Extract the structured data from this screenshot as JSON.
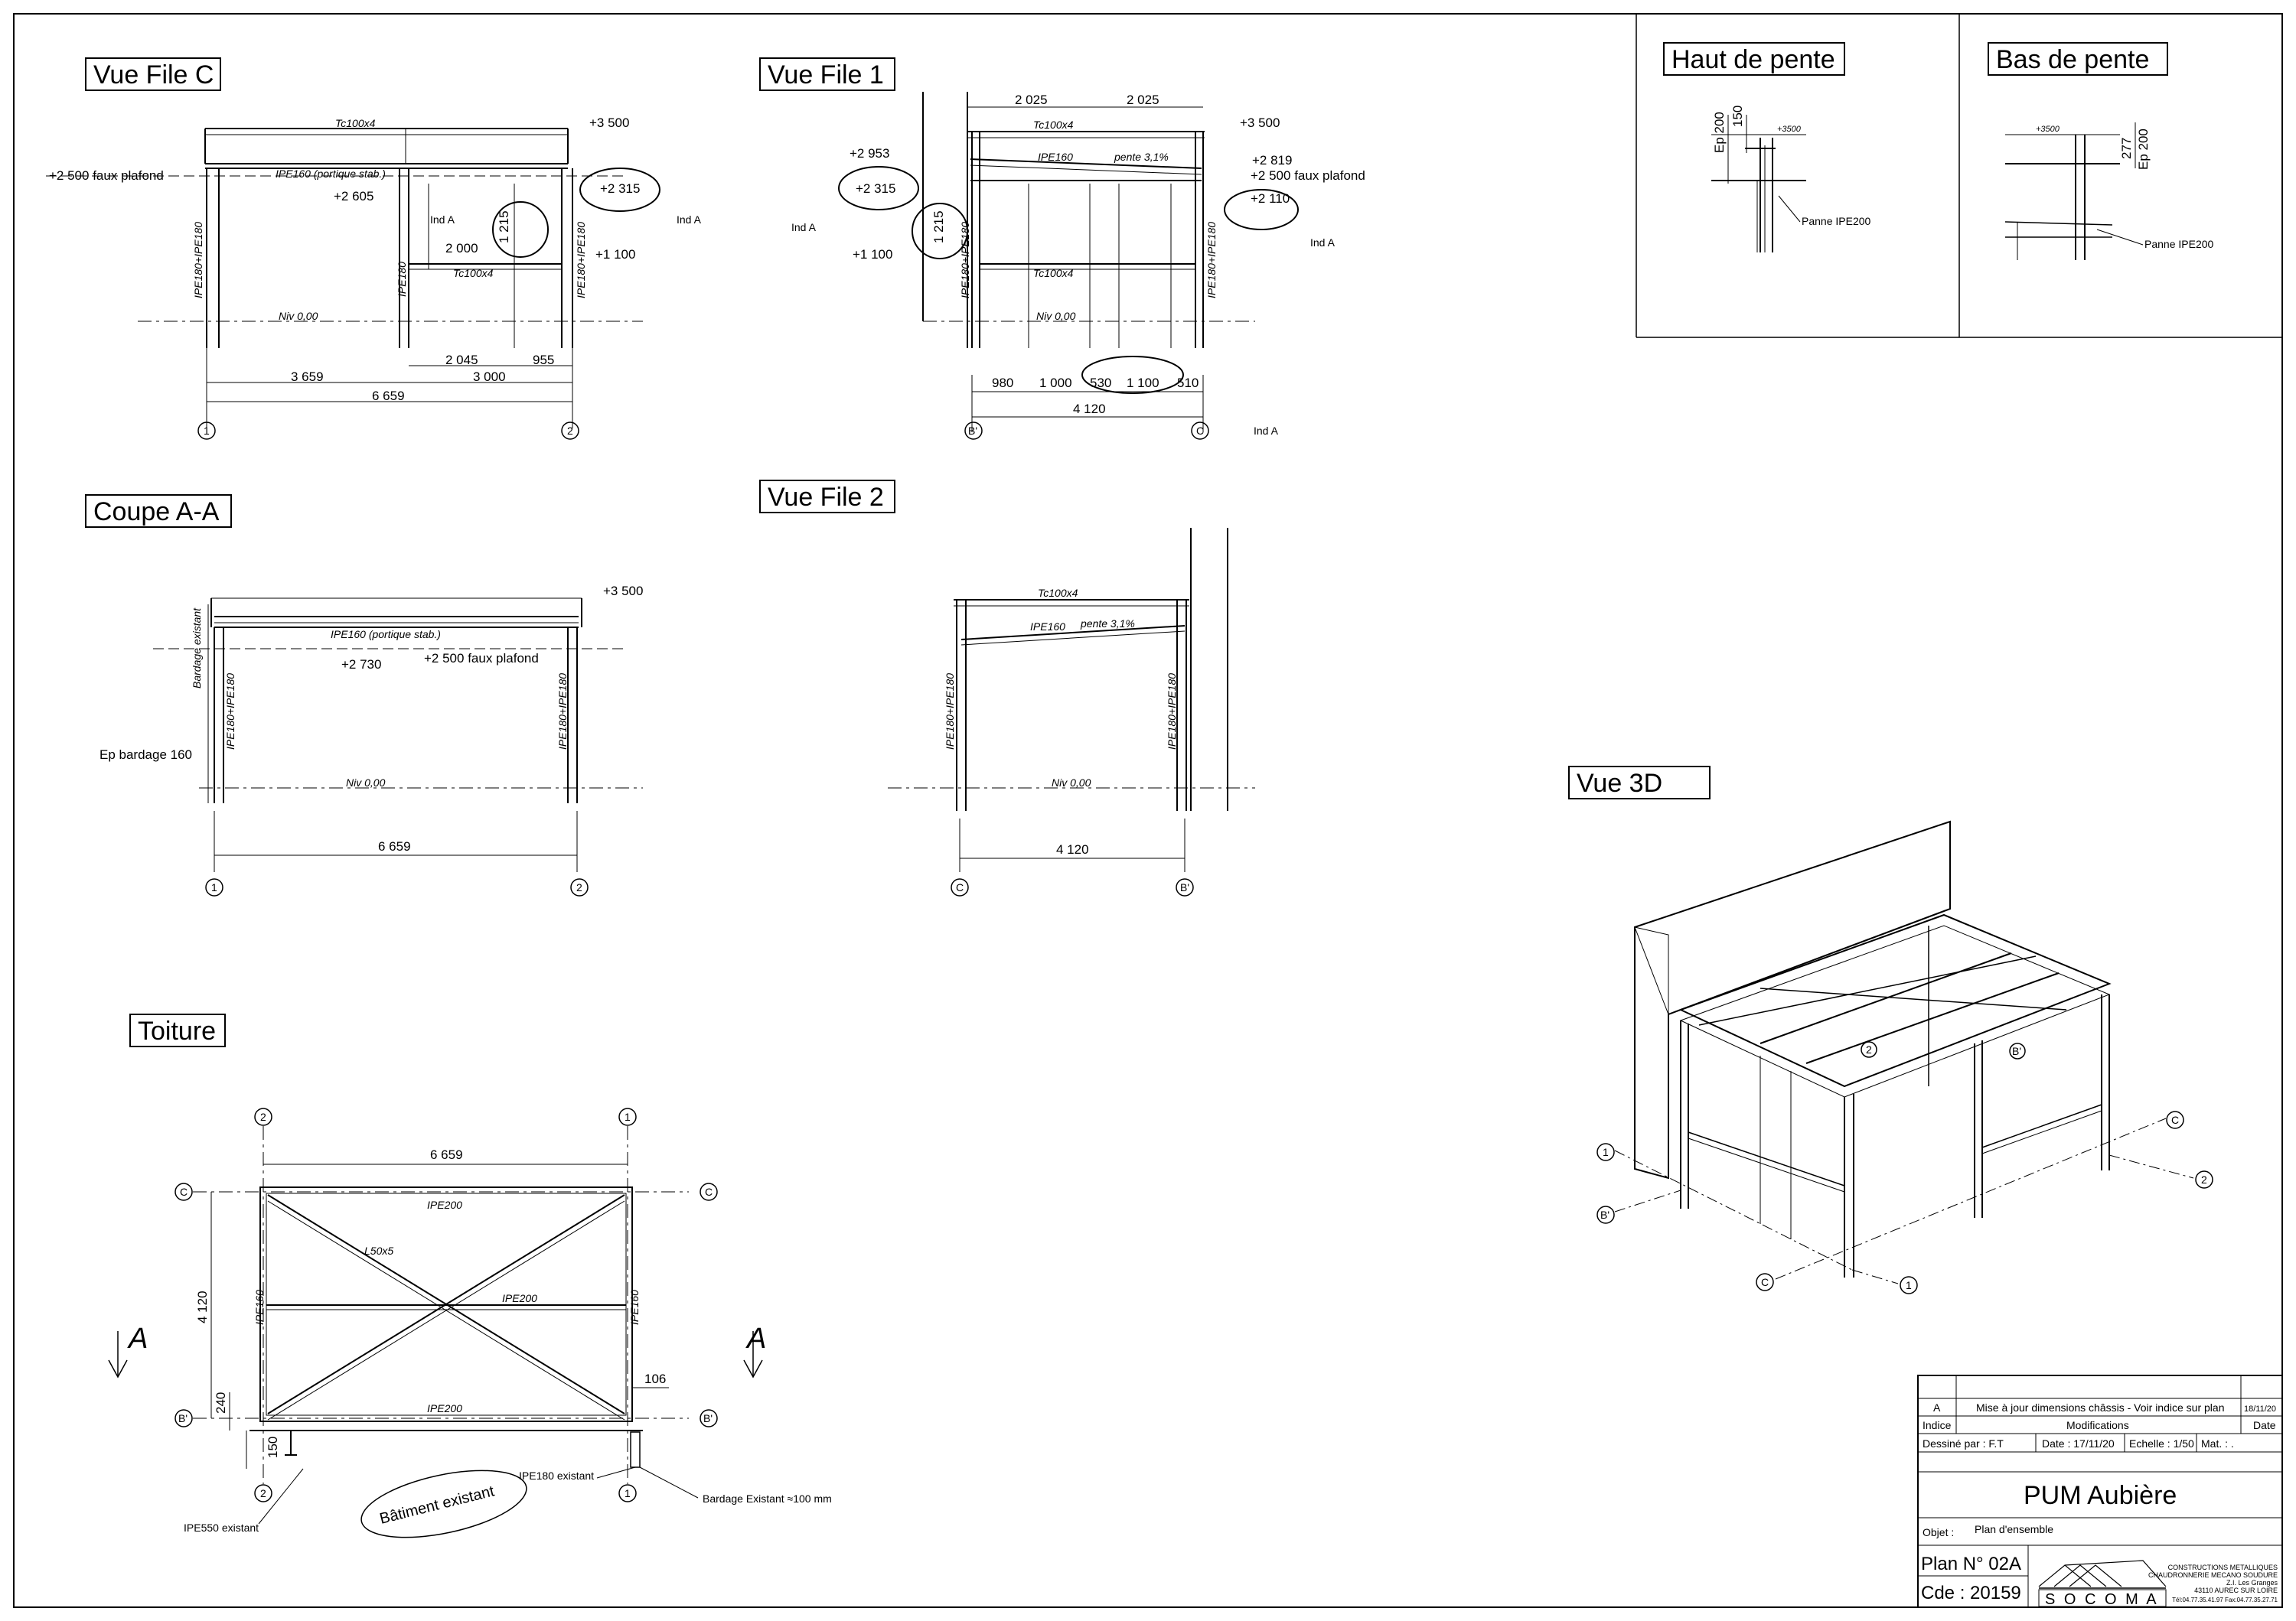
{
  "views": {
    "vue_file_c": {
      "title": "Vue File C",
      "tc100x4_top": "Tc100x4",
      "tc100x4_mid": "Tc100x4",
      "ipe160": "IPE160 (portique stab.)",
      "elev_3500": "+3 500",
      "faux_plafond": "+2 500 faux plafond",
      "elev_2605": "+2 605",
      "elev_2315": "+2 315",
      "elev_1100": "+1 100",
      "ind_a_1": "Ind A",
      "ind_a_2": "Ind A",
      "dim_2000": "2 000",
      "dim_1215": "1 215",
      "col_left": "IPE180+IPE180",
      "col_mid": "IPE180",
      "col_right": "IPE180+IPE180",
      "niv": "Niv 0,00",
      "dim_2045": "2 045",
      "dim_955": "955",
      "dim_3659": "3 659",
      "dim_3000": "3 000",
      "dim_6659": "6 659",
      "axis_1": "1",
      "axis_2": "2"
    },
    "vue_file_1": {
      "title": "Vue File 1",
      "dim_2025_a": "2 025",
      "dim_2025_b": "2 025",
      "tc100x4_top": "Tc100x4",
      "tc100x4_mid": "Tc100x4",
      "ipe160": "IPE160",
      "pente": "pente 3,1%",
      "elev_3500": "+3 500",
      "elev_2953": "+2 953",
      "elev_2819": "+2 819",
      "faux_plafond": "+2 500 faux plafond",
      "elev_2315": "+2 315",
      "elev_2110": "+2 110",
      "elev_1100": "+1 100",
      "dim_1215": "1 215",
      "ind_a_1": "Ind A",
      "ind_a_2": "Ind A",
      "ind_a_3": "Ind A",
      "col_left": "IPE180+IPE180",
      "col_right": "IPE180+IPE180",
      "niv": "Niv 0,00",
      "dims_row": [
        "980",
        "1 000",
        "530",
        "1 100",
        "510"
      ],
      "dim_total": "4 120",
      "axis_b": "B'",
      "axis_c": "C"
    },
    "coupe_aa": {
      "title": "Coupe A-A",
      "elev_3500": "+3 500",
      "ipe160": "IPE160 (portique stab.)",
      "elev_2730": "+2 730",
      "faux_plafond": "+2 500 faux plafond",
      "bardage_existant": "Bardage existant",
      "ep_bardage": "Ep bardage 160",
      "col_left": "IPE180+IPE180",
      "col_right": "IPE180+IPE180",
      "niv": "Niv 0,00",
      "dim_6659": "6 659",
      "axis_1": "1",
      "axis_2": "2"
    },
    "vue_file_2": {
      "title": "Vue File 2",
      "tc100x4": "Tc100x4",
      "ipe160": "IPE160",
      "pente": "pente 3,1%",
      "col_left": "IPE180+IPE180",
      "col_right": "IPE180+IPE180",
      "niv": "Niv 0,00",
      "dim_4120": "4 120",
      "axis_c": "C",
      "axis_b": "B'"
    },
    "toiture": {
      "title": "Toiture",
      "dim_6659": "6 659",
      "dim_4120": "4 120",
      "dim_240": "240",
      "dim_150": "150",
      "dim_106": "106",
      "ipe200_top": "IPE200",
      "ipe200_mid": "IPE200",
      "ipe200_bot": "IPE200",
      "l50x5": "L50x5",
      "ipe160_left": "IPE160",
      "ipe160_right": "IPE160",
      "section_a_left": "A",
      "section_a_right": "A",
      "ipe180_existant": "IPE180 existant",
      "ipe550_existant": "IPE550 existant",
      "bardage_existant": "Bardage Existant ≈100 mm",
      "batiment_existant": "Bâtiment existant",
      "axis_2_top": "2",
      "axis_1_top": "1",
      "axis_2_bot": "2",
      "axis_1_bot": "1",
      "axis_c_left": "C",
      "axis_c_right": "C",
      "axis_b_left": "B'",
      "axis_b_right": "B'"
    },
    "haut_de_pente": {
      "title": "Haut de pente",
      "ep200": "Ep 200",
      "dim_150": "150",
      "elev": "+3500",
      "panne": "Panne IPE200"
    },
    "bas_de_pente": {
      "title": "Bas de pente",
      "elev": "+3500",
      "dim_277": "277",
      "ep200": "Ep 200",
      "panne": "Panne IPE200"
    },
    "vue_3d": {
      "title": "Vue 3D",
      "axis_1_left": "1",
      "axis_b_left": "B'",
      "axis_c_bot": "C",
      "axis_1_bot": "1",
      "axis_c_right": "C",
      "axis_2_right": "2",
      "axis_2_top": "2",
      "axis_b_top": "B'"
    }
  },
  "title_block": {
    "rev_index": "A",
    "rev_text": "Mise à jour dimensions châssis - Voir indice sur plan",
    "rev_date": "18/11/20",
    "hdr_indice": "Indice",
    "hdr_modifications": "Modifications",
    "hdr_date": "Date",
    "dessine": "Dessiné par : F.T",
    "date": "Date : 17/11/20",
    "echelle": "Echelle : 1/50",
    "mat": "Mat. : .",
    "project": "PUM Aubière",
    "objet_label": "Objet :",
    "objet_value": "Plan d'ensemble",
    "plan_no": "Plan N°  02A",
    "cde": "Cde :  20159",
    "company_logo": "S O C O M A",
    "company_lines": [
      "CONSTRUCTIONS METALLIQUES",
      "CHAUDRONNERIE MECANO SOUDURE",
      "Z.I. Les Granges",
      "43110 AUREC SUR LOIRE",
      "Tél:04.77.35.41.97 Fax:04.77.35.27.71"
    ]
  }
}
